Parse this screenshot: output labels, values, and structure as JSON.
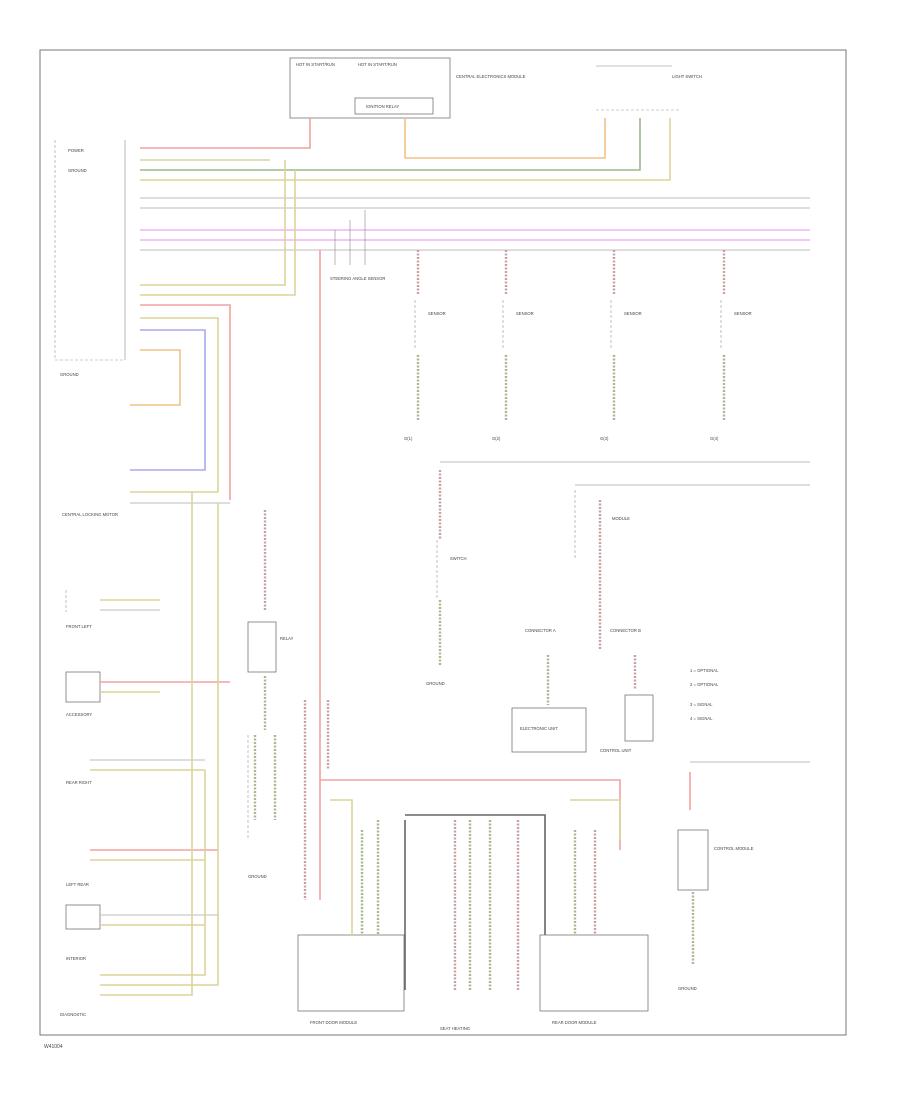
{
  "page": {
    "figure_code": "W41004",
    "title": "Electrical Wiring Diagram"
  },
  "labels": {
    "top_fuse_1": "HOT IN START/RUN",
    "top_fuse_2": "HOT IN START/RUN",
    "top_relay": "IGNITION RELAY",
    "top_module_note": "CENTRAL ELECTRONICS MODULE",
    "top_right_group": "LIGHT SWITCH",
    "ground_note_left": "GROUND",
    "left_conn_1": "POWER",
    "left_conn_2": "GROUND",
    "mid_sensor": "STEERING ANGLE SENSOR",
    "sensor_1": "SENSOR",
    "sensor_2": "SENSOR",
    "sensor_3": "SENSOR",
    "sensor_4": "SENSOR",
    "ground_sensor_1": "G(1)",
    "ground_sensor_2": "G(2)",
    "ground_sensor_3": "G(3)",
    "ground_sensor_4": "G(4)",
    "central_module": "CENTRAL LOCKING MOTOR",
    "center_switch": "SWITCH",
    "center_ground": "GROUND",
    "right_module": "MODULE",
    "right_conn_a": "CONNECTOR A",
    "right_conn_b": "CONNECTOR B",
    "electronic_box": "ELECTRONIC UNIT",
    "side_box": "CONTROL UNIT",
    "legend_1": "1  = OPTIONAL",
    "legend_2": "2  = OPTIONAL",
    "legend_3": "3  = SIGNAL",
    "legend_4": "4  = SIGNAL",
    "left_dev_1": "FRONT LEFT",
    "left_dev_2": "ACCESSORY",
    "left_dev_3": "REAR RIGHT",
    "left_dev_4": "LEFT REAR",
    "left_dev_5": "INTERIOR",
    "left_dev_6": "DIAGNOSTIC",
    "mid_relay": "RELAY",
    "mid_ground": "GROUND",
    "bottom_left_box": "FRONT DOOR MODULE",
    "bottom_right_box": "REAR DOOR MODULE",
    "bottom_center": "SEAT HEATING",
    "right_module_2": "CONTROL MODULE",
    "right_ground": "GROUND"
  },
  "colors": {
    "red_wire": "#f2a2a2",
    "yellow_wire": "#dcd49a",
    "green_wire": "#9bb88f",
    "blue_wire": "#a9a9f0",
    "magenta_wire": "#f2b4f2",
    "gray_wire": "#c9c9c9",
    "orange_wire": "#f0c287"
  }
}
